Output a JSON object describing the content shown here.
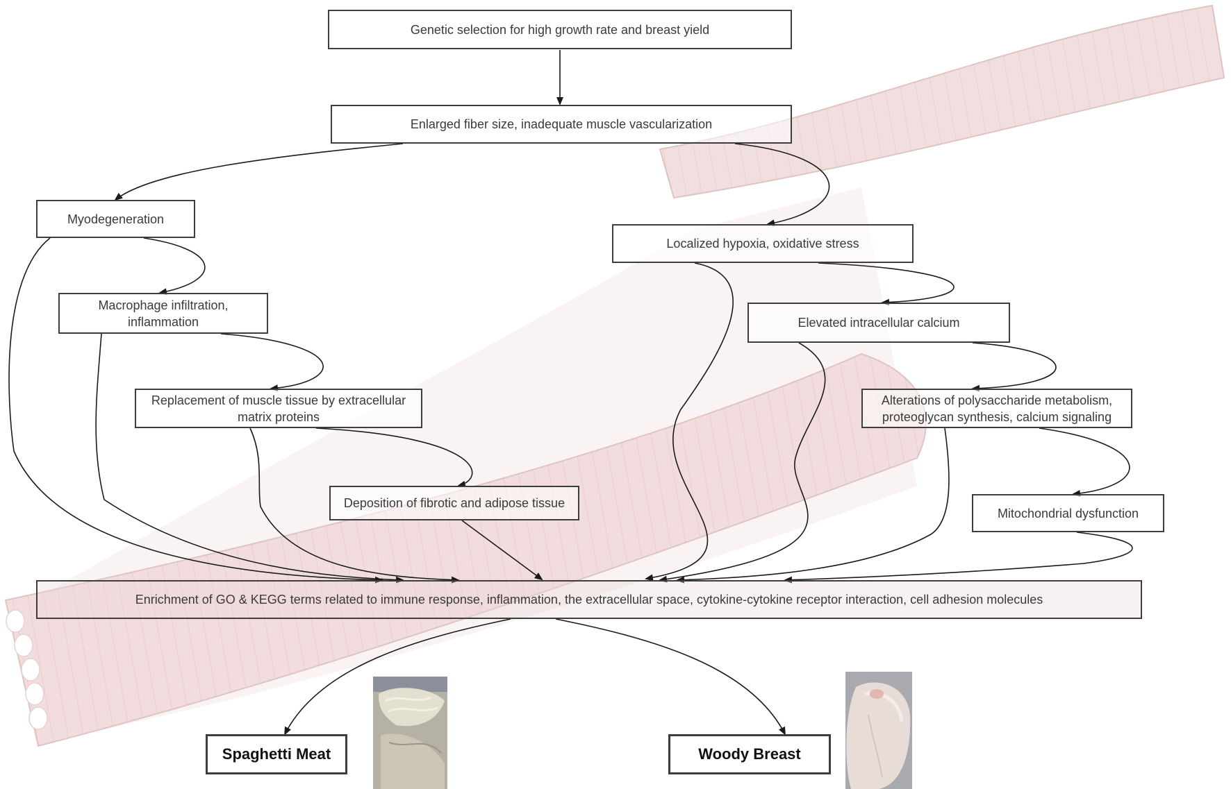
{
  "boxes": {
    "genetic_selection": "Genetic selection for high growth rate and breast yield",
    "enlarged_fiber": "Enlarged fiber size, inadequate muscle vascularization",
    "myodegeneration": "Myodegeneration",
    "hypoxia": "Localized hypoxia, oxidative stress",
    "macrophage": "Macrophage infiltration, inflammation",
    "calcium": "Elevated intracellular calcium",
    "replacement": "Replacement of muscle tissue by extracellular matrix proteins",
    "polysaccharide": "Alterations of polysaccharide metabolism, proteoglycan synthesis, calcium signaling",
    "deposition": "Deposition of fibrotic and adipose tissue",
    "mitochondrial": "Mitochondrial dysfunction",
    "enrichment": "Enrichment of GO & KEGG terms related to immune response, inflammation, the extracellular space, cytokine-cytokine receptor interaction, cell adhesion molecules",
    "spaghetti_meat": "Spaghetti Meat",
    "woody_breast": "Woody Breast"
  },
  "colors": {
    "muscle_fill": "#e9cfcf",
    "muscle_stroke": "#d9b3b3",
    "arrow": "#1a1a1a",
    "box_border": "#3d3d3d"
  }
}
